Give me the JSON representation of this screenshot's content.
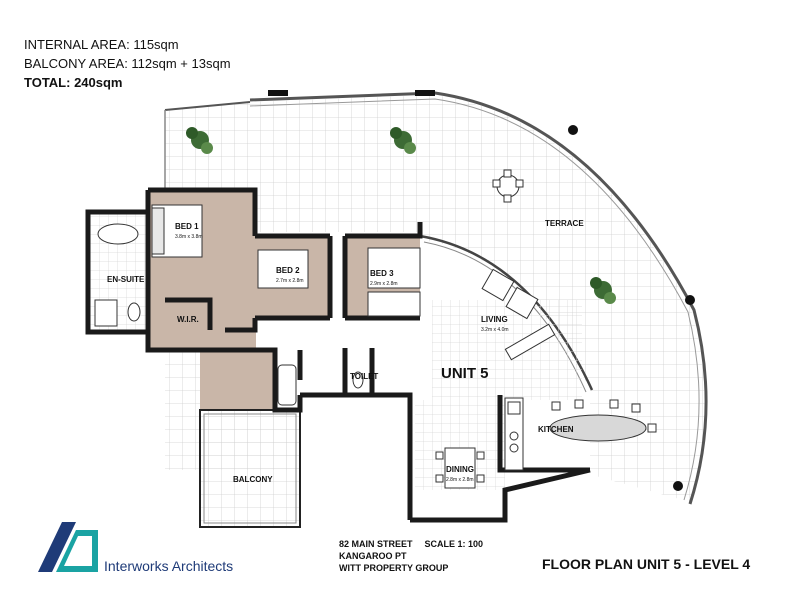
{
  "areas": {
    "internal": "INTERNAL AREA: 115sqm",
    "balcony": "BALCONY AREA: 112sqm + 13sqm",
    "total": "TOTAL: 240sqm"
  },
  "rooms": {
    "bed1": {
      "name": "BED 1",
      "size": "3.8m x 3.8m"
    },
    "bed2": {
      "name": "BED 2",
      "size": "2.7m x 2.8m"
    },
    "bed3": {
      "name": "BED 3",
      "size": "2.9m x 2.8m"
    },
    "ensuite": "EN-SUITE",
    "wir": "W.I.R.",
    "living": {
      "name": "LIVING",
      "size": "3.2m x 4.0m"
    },
    "terrace": "TERRACE",
    "toilet": "TOILET",
    "unit": "UNIT 5",
    "kitchen": "KITCHEN",
    "dining": {
      "name": "DINING",
      "size": "2.8m x 2.8m"
    },
    "balcony": "BALCONY"
  },
  "footer": {
    "address_line1": "82 MAIN STREET",
    "scale": "SCALE  1: 100",
    "address_line2": "KANGAROO PT",
    "address_line3": "WITT PROPERTY GROUP",
    "firm": "Interworks Architects",
    "plan_title": "FLOOR PLAN UNIT 5 - LEVEL 4"
  },
  "colors": {
    "wall": "#1a1a1a",
    "floor_tan": "#c9b6a8",
    "grid": "#c8c8c8",
    "logo_blue": "#1f3b78",
    "logo_teal": "#1aa3a3",
    "plant": "#3d6b35"
  }
}
